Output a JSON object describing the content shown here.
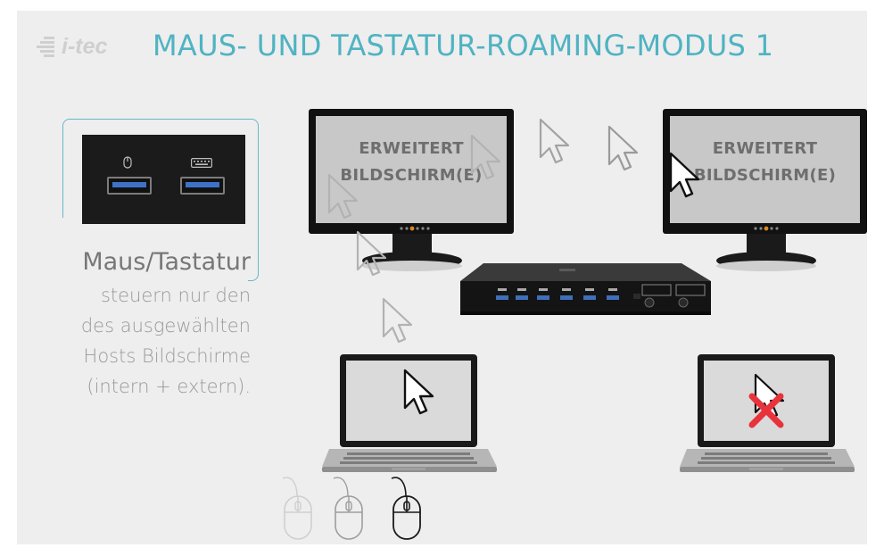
{
  "logo": {
    "text": "i-tec",
    "icon": "i-tec-logo-icon"
  },
  "title": "MAUS- UND TASTATUR-ROAMING-MODUS 1",
  "legend": {
    "ports": [
      {
        "icon": "mouse-icon"
      },
      {
        "icon": "keyboard-icon"
      }
    ]
  },
  "caption": {
    "heading": "Maus/Tastatur",
    "lines": [
      "steuern nur den",
      "des ausgewählten",
      "Hosts Bildschirme",
      "(intern + extern)."
    ]
  },
  "monitors": [
    {
      "line1": "ERWEITERT",
      "line2": "BILDSCHIRM(E)"
    },
    {
      "line1": "ERWEITERT",
      "line2": "BILDSCHIRM(E)"
    }
  ],
  "laptops": [
    {
      "state": "active",
      "icon": "cursor-icon"
    },
    {
      "state": "blocked",
      "icon": "blocked-cross-icon"
    }
  ],
  "mice": [
    {
      "state": "faded"
    },
    {
      "state": "medium"
    },
    {
      "state": "active"
    }
  ],
  "colors": {
    "title": "#4fb3c2",
    "frame": "#66b8c5",
    "blocked": "#e8323c",
    "usb_port": "#3d72c8"
  }
}
